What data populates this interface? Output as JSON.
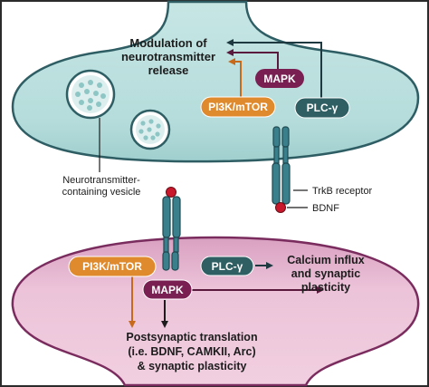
{
  "presynaptic": {
    "modulation_line1": "Modulation of",
    "modulation_line2": "neurotransmitter",
    "modulation_line3": "release",
    "mapk": "MAPK",
    "pi3k": "PI3K/mTOR",
    "plc": "PLC-γ",
    "vesicle_line1": "Neurotransmitter-",
    "vesicle_line2": "containing vesicle"
  },
  "cleft": {
    "trkb_label": "TrkB receptor",
    "bdnf_label": "BDNF"
  },
  "postsynaptic": {
    "pi3k": "PI3K/mTOR",
    "plc": "PLC-γ",
    "mapk": "MAPK",
    "calcium_line1": "Calcium influx",
    "calcium_line2": "and synaptic",
    "calcium_line3": "plasticity",
    "translation_line1": "Postsynaptic translation",
    "translation_line2": "(i.e. BDNF, CAMKII, Arc)",
    "translation_line3": "& synaptic plasticity"
  },
  "colors": {
    "presynaptic_fill": "#b9dedd",
    "postsynaptic_fill": "#e8b6d0",
    "mapk": "#7a1f52",
    "pi3k": "#e08a2e",
    "plc": "#2f5e63",
    "receptor": "#3a7f8c",
    "bdnf": "#c8182b"
  }
}
